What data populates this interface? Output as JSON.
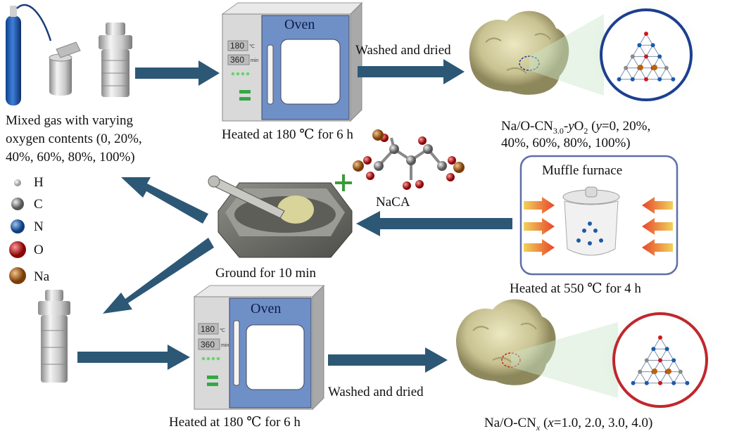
{
  "gas_cylinder": {
    "label_lines": [
      "Mixed gas with varying",
      "oxygen contents (0, 20%,",
      "40%, 60%, 80%, 100%)"
    ]
  },
  "oven_top": {
    "title": "Oven",
    "temp_display": "180",
    "temp_unit": "℃",
    "time_display": "360",
    "time_unit": "min",
    "caption": "Heated at 180 ℃ for 6 h"
  },
  "oven_bottom": {
    "title": "Oven",
    "temp_display": "180",
    "temp_unit": "℃",
    "time_display": "360",
    "time_unit": "min",
    "caption": "Heated at 180 ℃  for 6 h"
  },
  "step_top": {
    "label": "Washed and dried"
  },
  "step_bottom": {
    "label": "Washed and dried"
  },
  "product_top": {
    "line1_prefix": "Na/O-CN",
    "line1_sub": "3.0",
    "line1_dash": "-",
    "line1_y": "y",
    "line1_o2": "O",
    "line1_o2_sub": "2",
    "line1_paren": " (",
    "line1_y2": "y",
    "line1_rest": "=0, 20%,",
    "line2": "40%, 60%, 80%, 100%)",
    "ring_color": "#1e3f8f"
  },
  "product_bottom": {
    "prefix": "Na/O-CN",
    "sub": "x",
    "paren": " (",
    "x": "x",
    "rest": "=1.0, 2.0, 3.0, 4.0)",
    "ring_color": "#c0272d"
  },
  "mortar": {
    "caption": "Ground for 10 min"
  },
  "additive": {
    "name": "NaCA",
    "plus": "+"
  },
  "muffle": {
    "title": "Muffle furnace",
    "caption": "Heated at 550 ℃  for 4 h"
  },
  "legend": {
    "items": [
      {
        "symbol": "H",
        "color": "#f2f2f2"
      },
      {
        "symbol": "C",
        "color": "#8a8a8a"
      },
      {
        "symbol": "N",
        "color": "#1e5aa8"
      },
      {
        "symbol": "O",
        "color": "#d01818"
      },
      {
        "symbol": "Na",
        "color": "#b8640e"
      }
    ]
  },
  "colors": {
    "arrow": "#2c5876",
    "oven_door": "#6f8fc7",
    "oven_body": "#d9d9d9",
    "powder": "#d8d3a0",
    "plus": "#3c9a3c",
    "heat_arrow": "#e8452a"
  }
}
